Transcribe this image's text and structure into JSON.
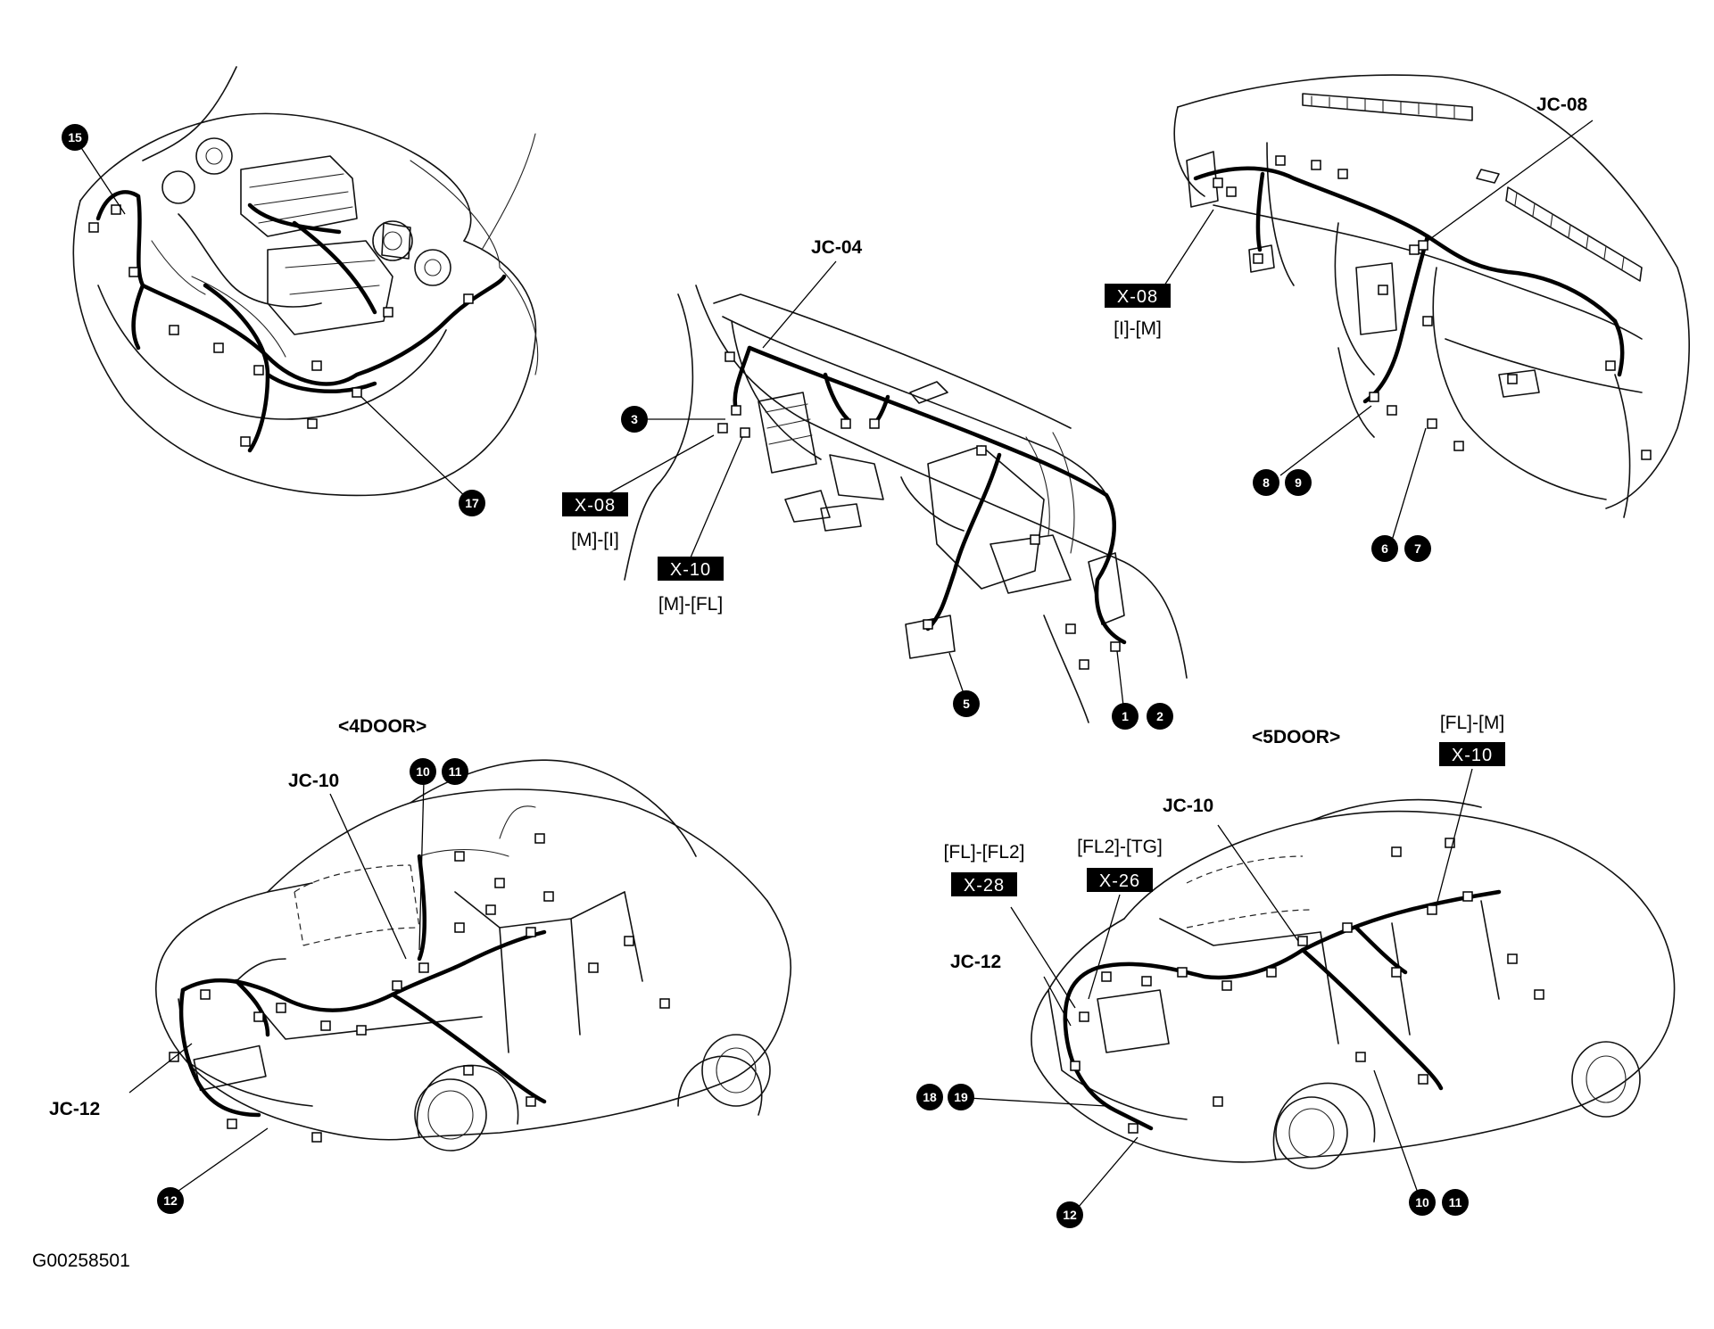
{
  "diagram_code": "G00258501",
  "views": {
    "engine": {
      "callouts": [
        "15",
        "17"
      ]
    },
    "dash_left": {
      "junction": "JC-04",
      "callouts": [
        "3",
        "5",
        "1",
        "2"
      ],
      "connectors": [
        {
          "tag": "X-08",
          "route": "[M]-[I]"
        },
        {
          "tag": "X-10",
          "route": "[M]-[FL]"
        }
      ]
    },
    "dash_right": {
      "junction": "JC-08",
      "callouts": [
        "8",
        "9",
        "6",
        "7"
      ],
      "connectors": [
        {
          "tag": "X-08",
          "route": "[I]-[M]"
        }
      ]
    },
    "four_door": {
      "title": "<4DOOR>",
      "junctions": [
        "JC-10",
        "JC-12"
      ],
      "callouts": [
        "10",
        "11",
        "12"
      ]
    },
    "five_door": {
      "title": "<5DOOR>",
      "junctions": [
        "JC-10",
        "JC-12"
      ],
      "callouts": [
        "18",
        "19",
        "12",
        "10",
        "11"
      ],
      "connectors": [
        {
          "tag": "X-10",
          "route": "[FL]-[M]"
        },
        {
          "tag": "X-28",
          "route": "[FL]-[FL2]"
        },
        {
          "tag": "X-26",
          "route": "[FL2]-[TG]"
        }
      ]
    }
  }
}
